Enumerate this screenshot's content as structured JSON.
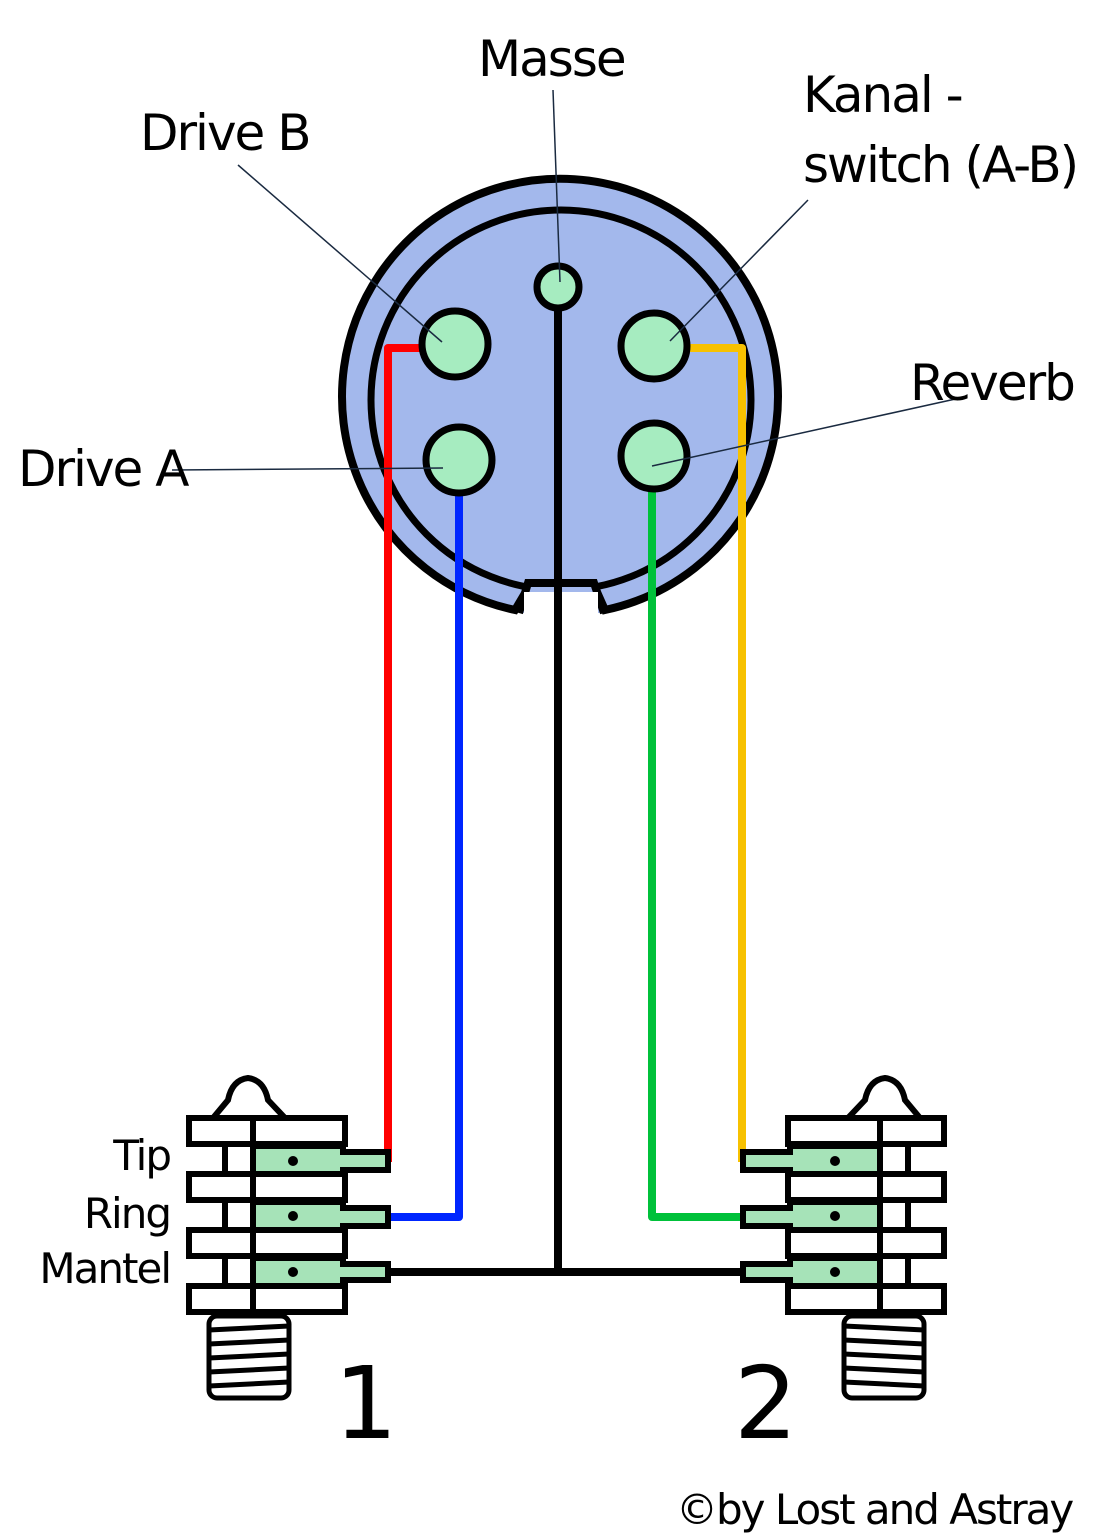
{
  "title": "DIN connector to dual stereo jack wiring",
  "colors": {
    "connector_fill": "#a3b8ec",
    "pin_fill": "#a6ecc0",
    "outline": "#000000",
    "wire_drive_b": "#ff0000",
    "wire_drive_a": "#0026ff",
    "wire_masse": "#000000",
    "wire_kanal_switch": "#f7c100",
    "wire_reverb": "#00c13a",
    "contact_fill": "#a6e3b8"
  },
  "pins": {
    "masse": "Masse",
    "drive_b": "Drive B",
    "drive_a": "Drive A",
    "kanal_line1": "Kanal -",
    "kanal_line2": "switch (A-B)",
    "reverb": "Reverb"
  },
  "jack_terminals": [
    "Tip",
    "Ring",
    "Mantel"
  ],
  "jacks": [
    {
      "number": "1",
      "tip": "Drive B",
      "ring": "Drive A",
      "sleeve": "Masse"
    },
    {
      "number": "2",
      "tip": "Kanal-switch (A-B)",
      "ring": "Reverb",
      "sleeve": "Masse"
    }
  ],
  "copyright": "©by  Lost and Astray"
}
